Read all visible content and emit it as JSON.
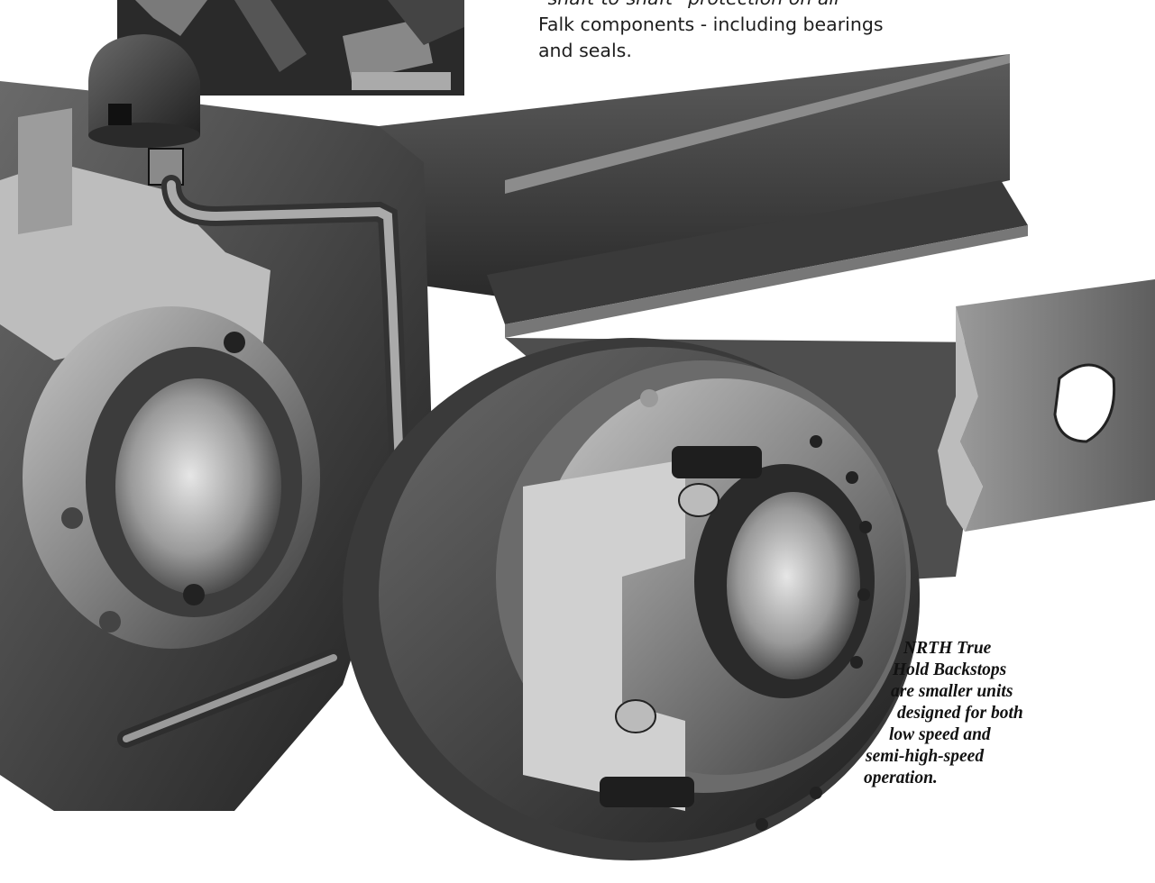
{
  "intro": {
    "lines": [
      "“shaft-to-shaft” protection on all",
      "Falk components - including bearings",
      "and seals."
    ]
  },
  "caption": {
    "lines": [
      "NRTH True",
      "Hold Backstops",
      "are smaller units",
      "designed for both",
      "low speed and",
      "semi-high-speed",
      "operation."
    ]
  }
}
